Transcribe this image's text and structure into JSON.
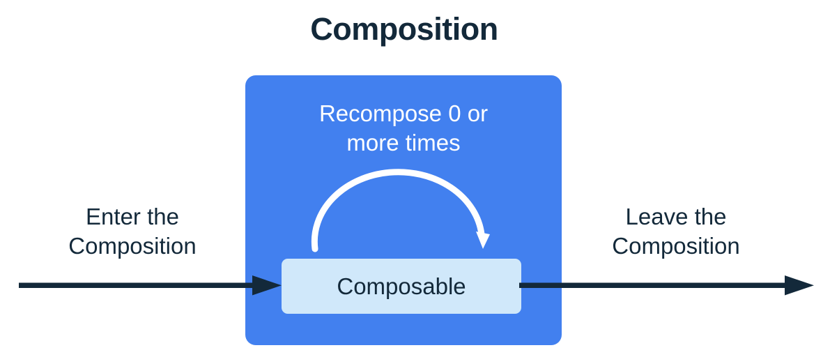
{
  "title": "Composition",
  "colors": {
    "background": "#ffffff",
    "composition_fill": "#4280ef",
    "composable_fill": "#d0e8fa",
    "text_dark": "#13293a",
    "text_light": "#ffffff",
    "arrow_dark": "#13293a",
    "arrow_light": "#ffffff"
  },
  "composition": {
    "recompose_caption": {
      "line1": "Recompose 0 or",
      "line2": "more times"
    },
    "recompose_arrow_name": "recompose-loop-arrow",
    "composable": {
      "label": "Composable"
    }
  },
  "enter": {
    "caption": {
      "line1": "Enter the",
      "line2": "Composition"
    },
    "arrow_name": "enter-flow-arrow"
  },
  "leave": {
    "caption": {
      "line1": "Leave the",
      "line2": "Composition"
    },
    "arrow_name": "leave-flow-arrow"
  }
}
